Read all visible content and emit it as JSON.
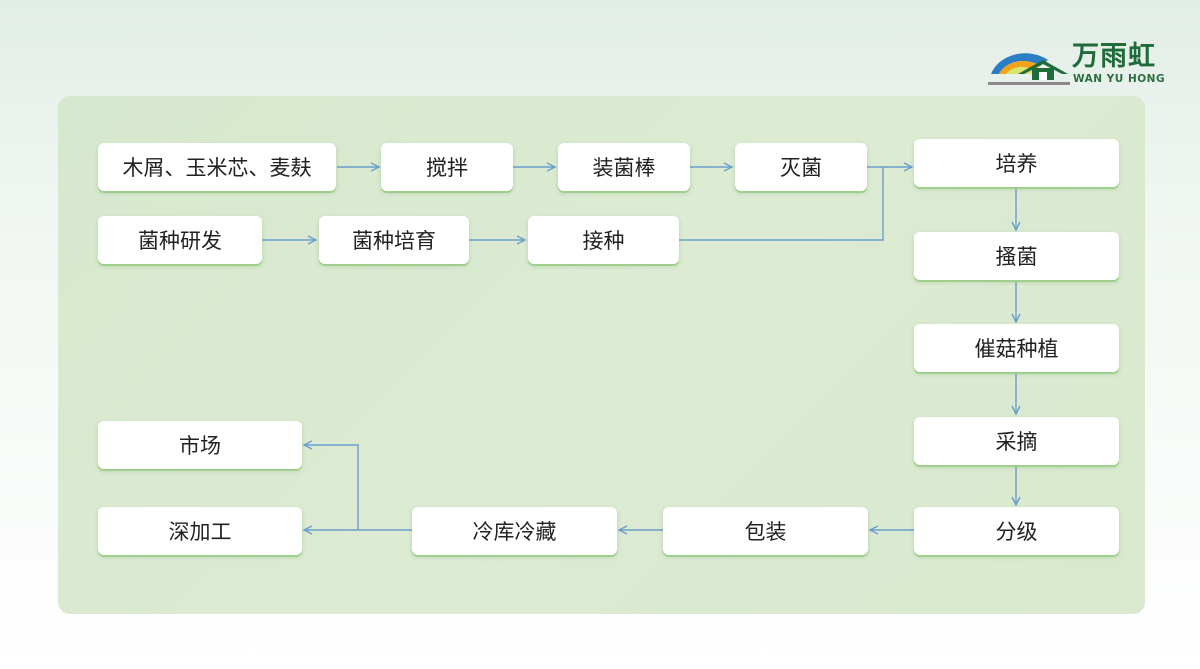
{
  "brand": {
    "name_cn": "万雨虹",
    "name_en": "WAN YU HONG"
  },
  "colors": {
    "arrow": "#6a9fcc",
    "panel": "#d8e9ce",
    "node_shadow": "#9fcf8c",
    "brand_green": "#1f6b3a"
  },
  "nodes": {
    "raw": "木屑、玉米芯、麦麸",
    "stir": "搅拌",
    "bag": "装菌棒",
    "sterilize": "灭菌",
    "culture": "培养",
    "spawn_rd": "菌种研发",
    "spawn_breed": "菌种培育",
    "inoculate": "接种",
    "scratch": "搔菌",
    "fruiting": "催菇种植",
    "harvest": "采摘",
    "grade": "分级",
    "pack": "包装",
    "cold": "冷库冷藏",
    "market": "市场",
    "deep": "深加工"
  }
}
